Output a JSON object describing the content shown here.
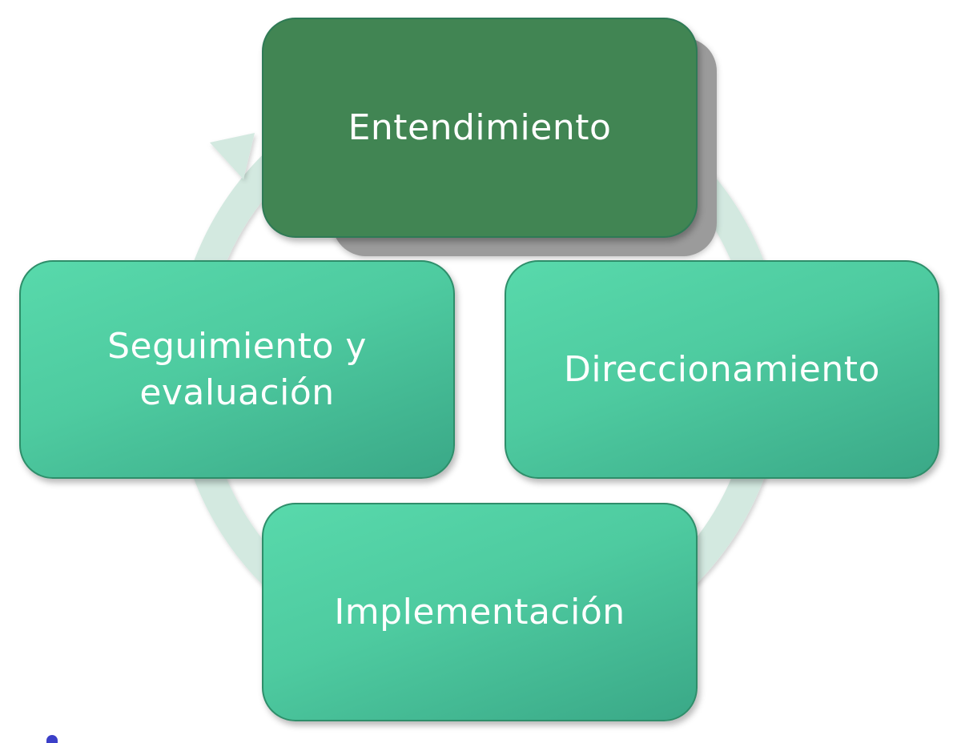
{
  "diagram": {
    "type": "cycle",
    "colors": {
      "active_box": "#418553",
      "box": "#4ecba0",
      "box_border": "#2e8e6a",
      "ring_arrow": "#d3e9e0",
      "text": "#ffffff",
      "shadow": "#9b9b9b"
    },
    "stages": [
      {
        "label": "Entendimiento",
        "position": "top",
        "active": true
      },
      {
        "label": "Direccionamiento",
        "position": "right",
        "active": false
      },
      {
        "label": "Implementación",
        "position": "bottom",
        "active": false
      },
      {
        "label_line1": "Seguimiento y",
        "label_line2": "evaluación",
        "label": "Seguimiento y evaluación",
        "position": "left",
        "active": false
      }
    ],
    "flow": "clockwise"
  }
}
